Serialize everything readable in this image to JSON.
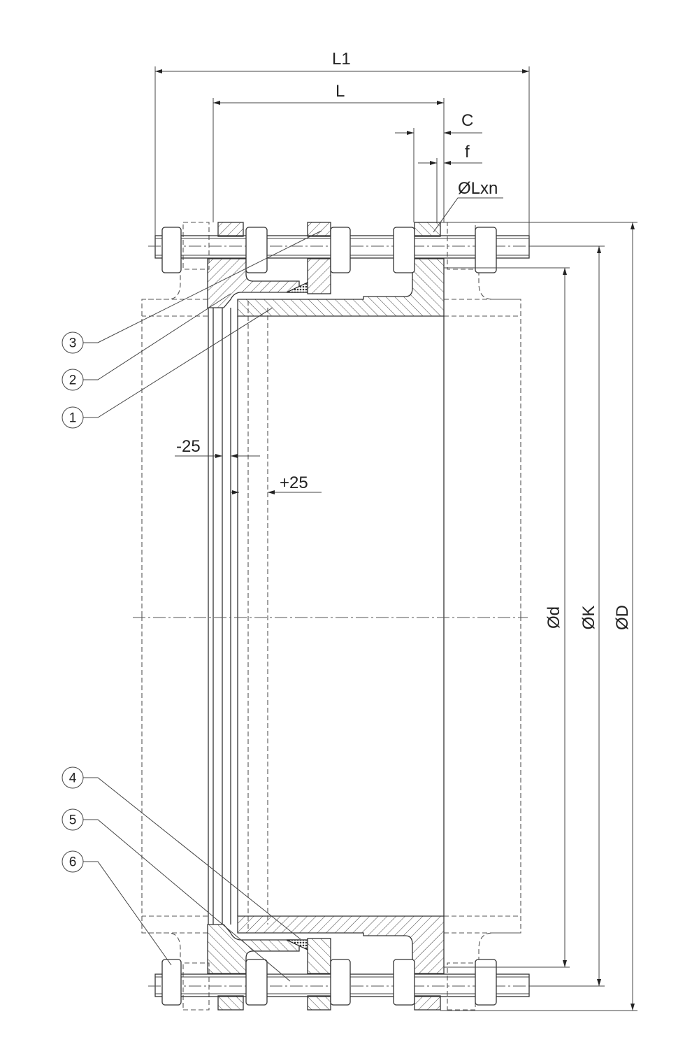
{
  "dimensions": {
    "overall_length": "L1",
    "length": "L",
    "flange_thickness": "C",
    "raised_face": "f",
    "bolt_holes": "ØLxn",
    "inner_diameter": "Ød",
    "bolt_circle": "ØK",
    "outer_diameter": "ØD",
    "minus_travel": "-25",
    "plus_travel": "+25"
  },
  "callouts": [
    "1",
    "2",
    "3",
    "4",
    "5",
    "6"
  ]
}
